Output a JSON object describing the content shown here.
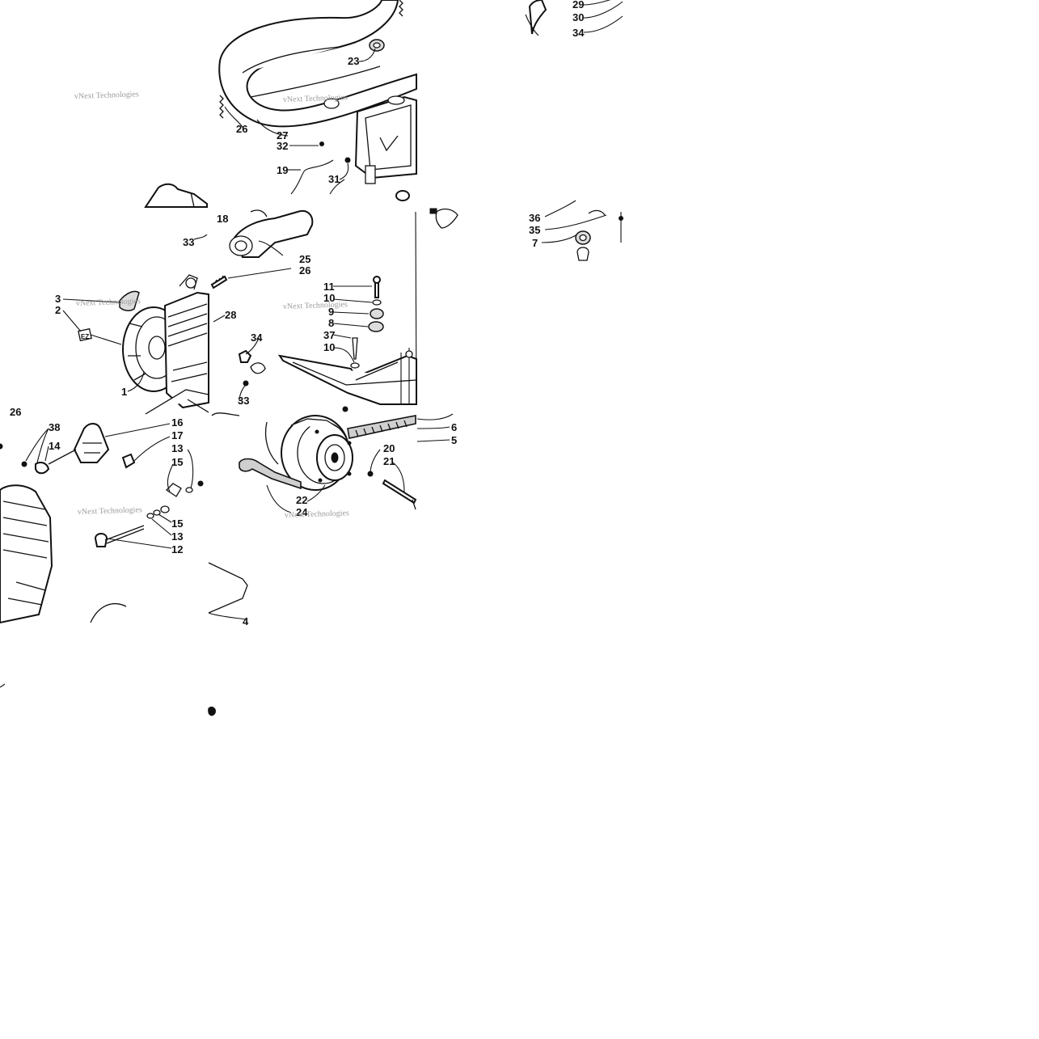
{
  "diagram": {
    "watermark": "vNext Technologies",
    "callouts": [
      "29",
      "30",
      "34",
      "23",
      "26",
      "27",
      "32",
      "19",
      "31",
      "18",
      "33",
      "25",
      "26",
      "36",
      "35",
      "7",
      "11",
      "10",
      "9",
      "8",
      "37",
      "10",
      "3",
      "2",
      "28",
      "34",
      "1",
      "33",
      "26",
      "38",
      "14",
      "16",
      "17",
      "13",
      "15",
      "15",
      "13",
      "12",
      "6",
      "5",
      "20",
      "21",
      "22",
      "24",
      "4"
    ]
  }
}
